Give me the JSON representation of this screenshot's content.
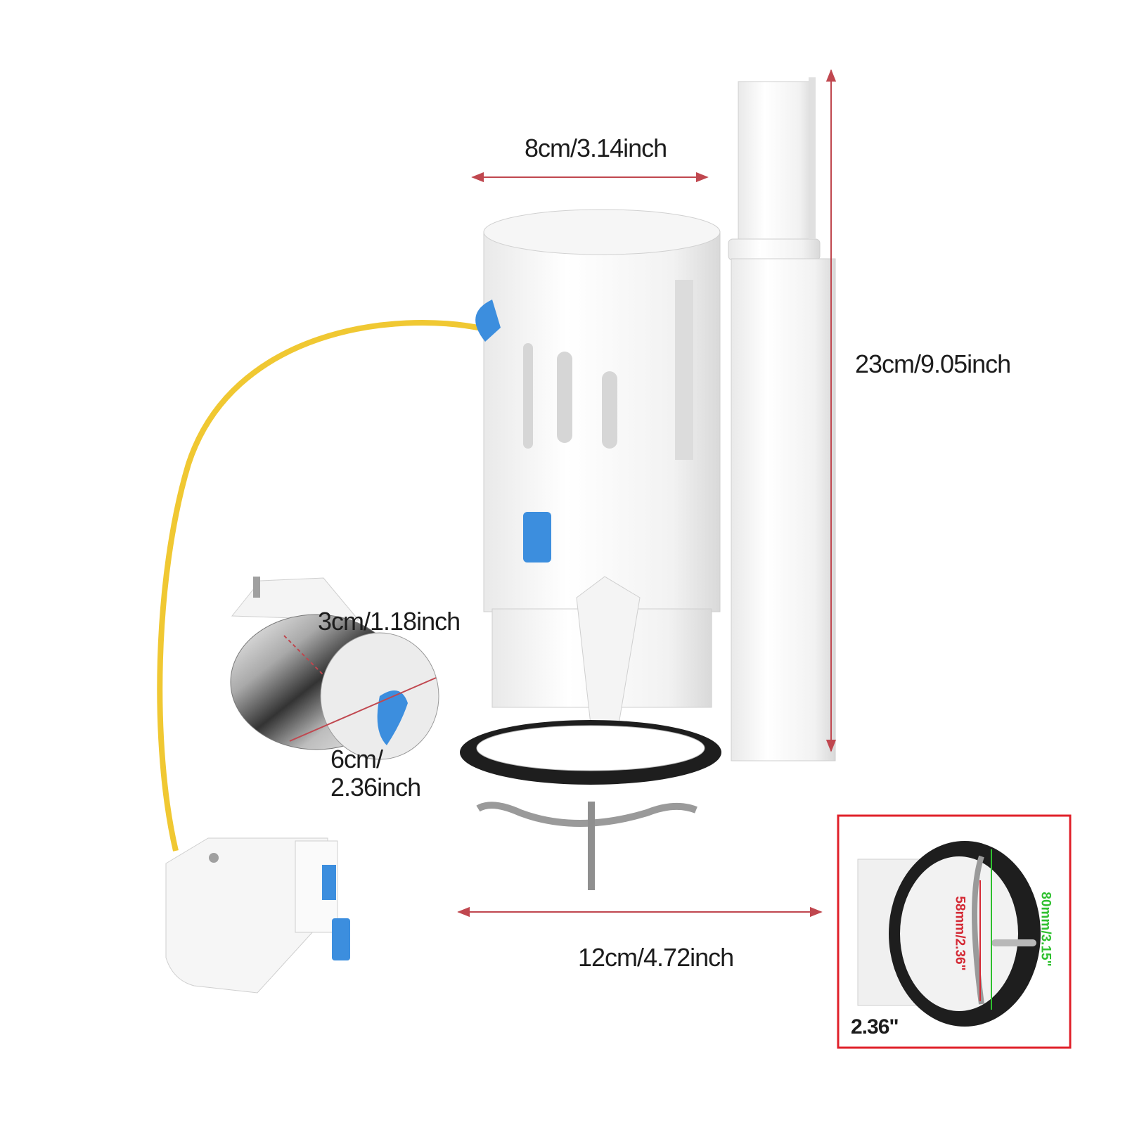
{
  "dimensions": {
    "top_width": "8cm/3.14inch",
    "height": "23cm/9.05inch",
    "bottom_width": "12cm/4.72inch",
    "button_depth": "3cm/1.18inch",
    "button_diameter_line1": "6cm/",
    "button_diameter_line2": "2.36inch"
  },
  "inset": {
    "inner_diameter": "58mm/2.36\"",
    "outer_diameter": "80mm/3.15\"",
    "caption": "2.36\""
  },
  "colors": {
    "dimension_line": "#c0474f",
    "inset_frame": "#e0202a",
    "inset_inner_label": "#d42a35",
    "inset_outer_label": "#2fc02f",
    "accent_blue": "#3c8ede",
    "cable_yellow": "#f0c832",
    "gasket_black": "#1e1e1e"
  }
}
